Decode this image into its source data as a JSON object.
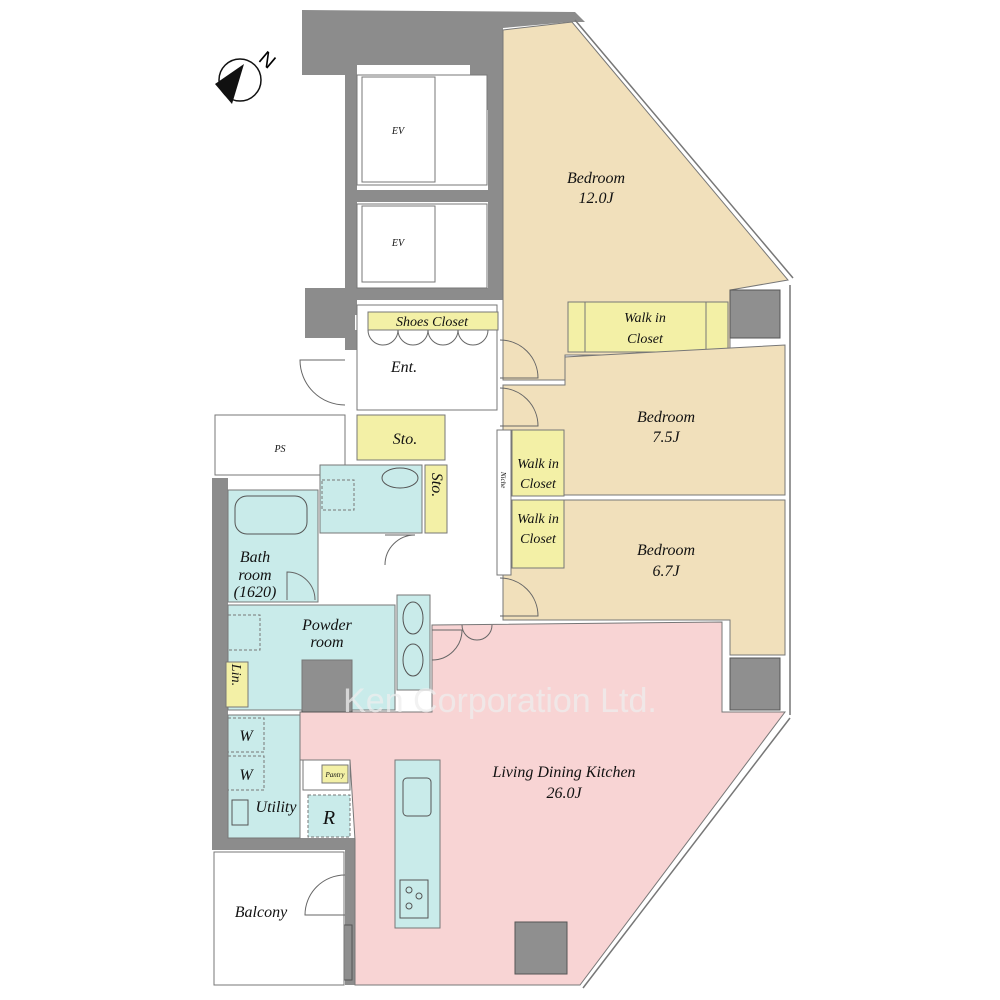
{
  "compass": {
    "north_label": "N"
  },
  "rooms": {
    "bedroom1": {
      "name": "Bedroom",
      "size": "12.0J"
    },
    "bedroom2": {
      "name": "Bedroom",
      "size": "7.5J"
    },
    "bedroom3": {
      "name": "Bedroom",
      "size": "6.7J"
    },
    "ldk": {
      "name": "Living Dining Kitchen",
      "size": "26.0J"
    },
    "walkin1": {
      "line1": "Walk in",
      "line2": "Closet"
    },
    "walkin2": {
      "line1": "Walk in",
      "line2": "Closet"
    },
    "walkin3": {
      "line1": "Walk in",
      "line2": "Closet"
    },
    "shoes_closet": "Shoes Closet",
    "entrance": "Ent.",
    "storage1": "Sto.",
    "storage2": "Sto.",
    "niche": "Niche",
    "ps": "PS",
    "ev1": "EV",
    "ev2": "EV",
    "bathroom": {
      "line1": "Bath",
      "line2": "room",
      "line3": "(1620)"
    },
    "powder": {
      "line1": "Powder",
      "line2": "room"
    },
    "linen": "Lin.",
    "washer1": "W",
    "washer2": "W",
    "utility": "Utility",
    "pantry": "Pantry",
    "fridge": "R",
    "balcony": "Balcony"
  },
  "watermark": "Ken Corporation Ltd.",
  "colors": {
    "bedroom": "#f1e0bb",
    "ldk": "#f8d4d4",
    "wet": "#c9ebea",
    "closet": "#f3f0a6",
    "wall": "#8c8c8c"
  }
}
